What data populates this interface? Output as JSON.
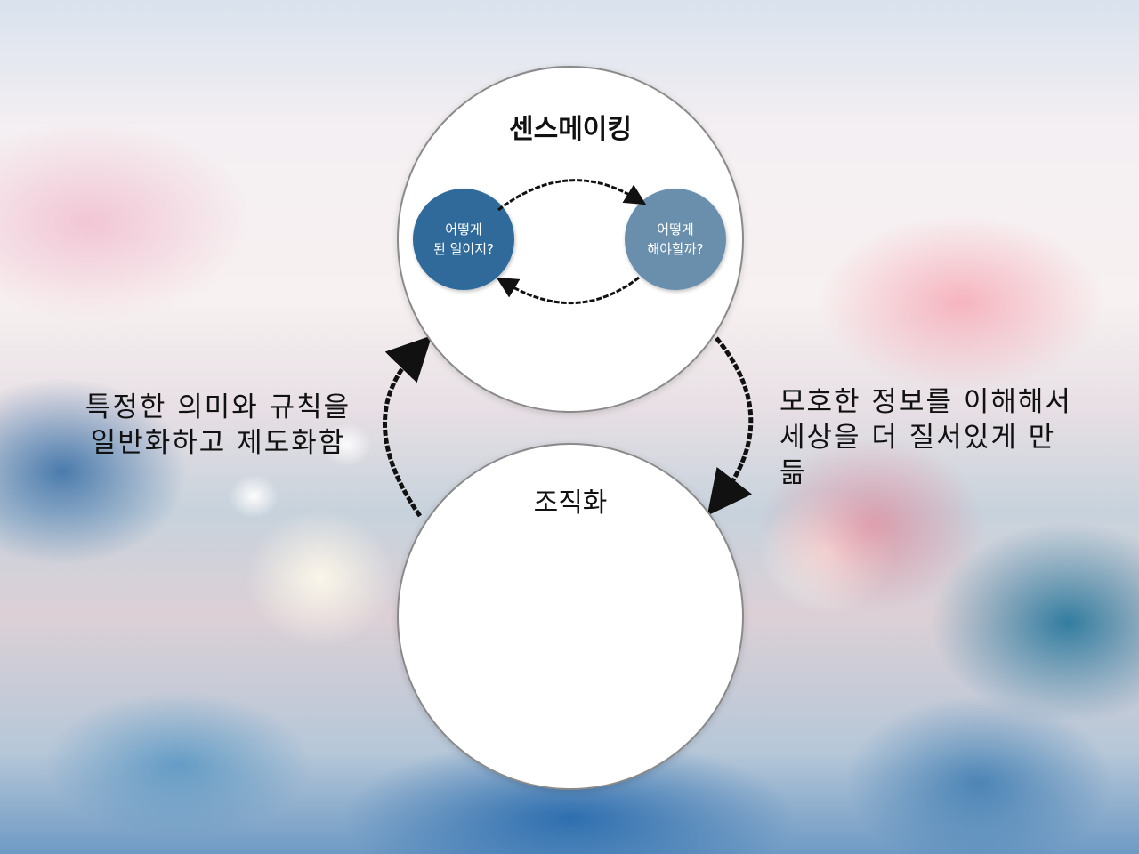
{
  "diagram": {
    "top_circle": {
      "title": "센스메이킹",
      "left_node": {
        "line1": "어떻게",
        "line2": "된 일이지?",
        "color": "#2f6a9a"
      },
      "right_node": {
        "line1": "어떻게",
        "line2": "해야할까?",
        "color": "#6a8fad"
      }
    },
    "bottom_circle": {
      "title": "조직화"
    },
    "left_label": {
      "line1": "특정한 의미와 규칙을",
      "line2": "일반화하고 제도화함"
    },
    "right_label": {
      "line1": "모호한 정보를 이해해서",
      "line2": "세상을 더 질서있게 만",
      "line3": "듦"
    }
  }
}
